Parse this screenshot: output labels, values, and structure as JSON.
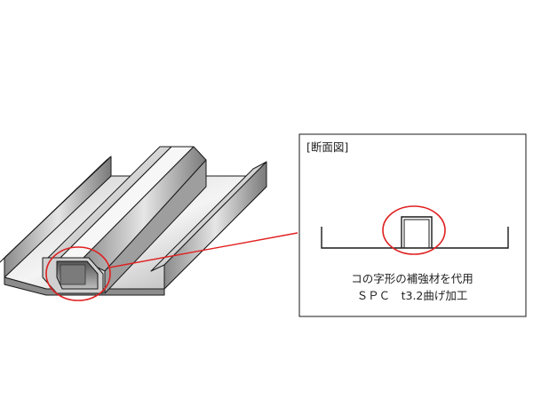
{
  "section_panel": {
    "title": "[断面図]",
    "caption_line1": "コの字形の補強材を代用",
    "caption_line2": "ＳＰＣ　t3.2曲げ加工"
  },
  "colors": {
    "highlight": "#e02020",
    "outline": "#1a1a1a",
    "metal_light": "#f2f2f2",
    "metal_mid": "#bdbdbd",
    "metal_dark": "#6e6e6e"
  },
  "icons": {
    "perspective": "metal-channel-perspective-icon",
    "cross_section": "u-channel-cross-section-icon"
  }
}
